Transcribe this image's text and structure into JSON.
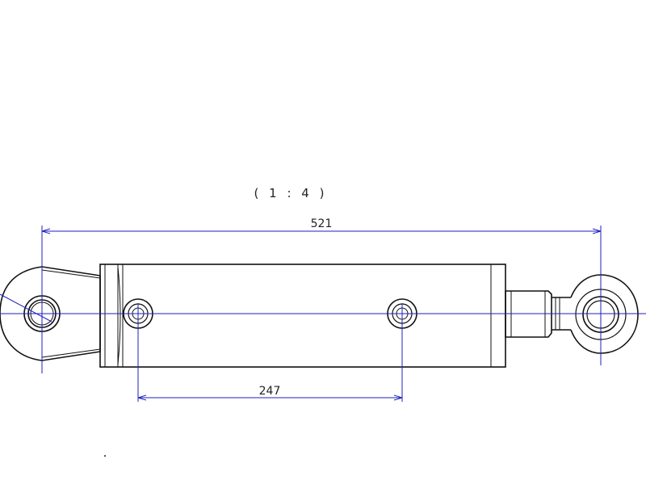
{
  "drawing": {
    "scale": "( 1 : 4 )",
    "dimensions": {
      "overall_length": "521",
      "port_spacing": "247"
    },
    "colors": {
      "outline": "#111111",
      "centerline": "#1f1fbf",
      "background": "#ffffff"
    }
  }
}
